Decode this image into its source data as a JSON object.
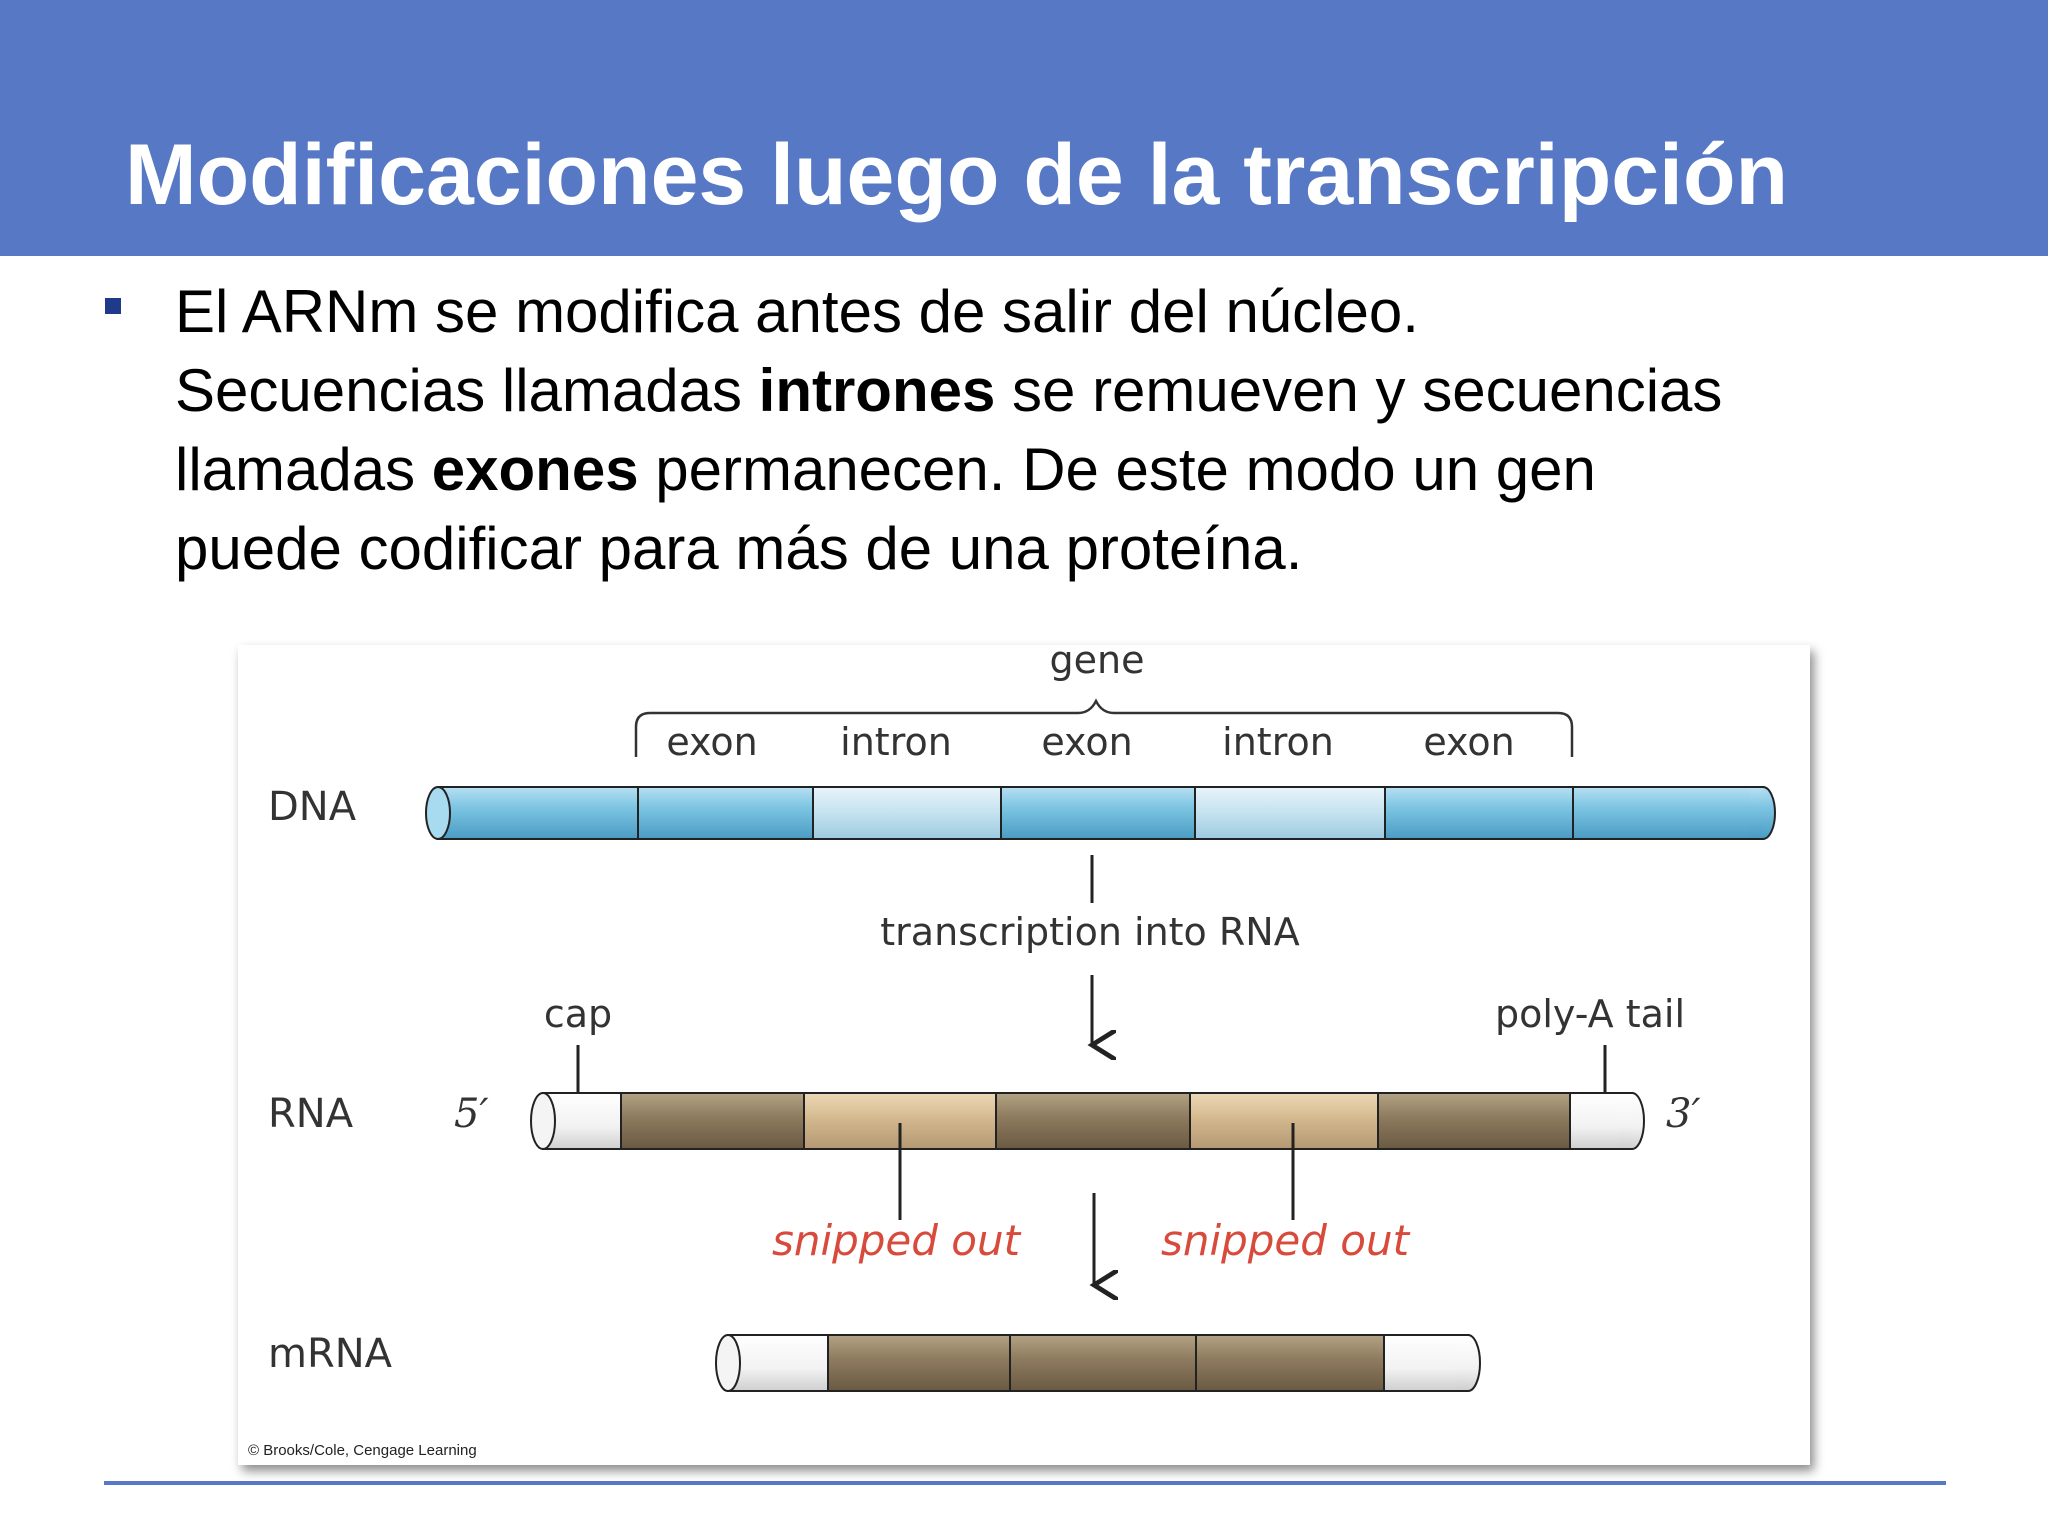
{
  "slide": {
    "title": "Modificaciones luego de la transcripción",
    "body": {
      "line1": "El ARNm se modifica antes de salir del núcleo.",
      "line2_pre": "Secuencias llamadas ",
      "line2_bold": "intrones",
      "line2_post": " se remueven y secuencias",
      "line3_pre": "llamadas ",
      "line3_bold": "exones",
      "line3_post": " permanecen. De este modo un gen",
      "line4": "puede codificar para más de una proteína."
    }
  },
  "diagram": {
    "gene_label": "gene",
    "segments": {
      "exon1": "exon",
      "intron1": "intron",
      "exon2": "exon",
      "intron2": "intron",
      "exon3": "exon"
    },
    "row_labels": {
      "dna": "DNA",
      "rna": "RNA",
      "mrna": "mRNA"
    },
    "transcription_label": "transcription into RNA",
    "cap_label": "cap",
    "polya_label": "poly-A tail",
    "five_prime": "5′",
    "three_prime": "3′",
    "snipped_left": "snipped out",
    "snipped_right": "snipped out",
    "credit": "© Brooks/Cole, Cengage Learning"
  },
  "colors": {
    "title_bar": "#5778c5",
    "bullet": "#1f3a8a",
    "dna_exon": "#7cc4e2",
    "dna_intron": "#c8e4f0",
    "rna_exon": "#8d7a5e",
    "rna_intron": "#d4b98f",
    "snipped_text": "#d84a3c"
  }
}
